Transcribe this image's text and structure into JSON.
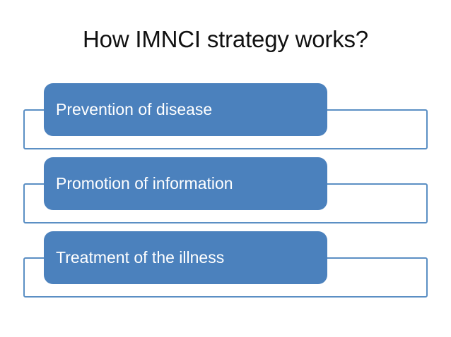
{
  "slide": {
    "title": "How IMNCI strategy works?",
    "background_color": "#ffffff",
    "title_color": "#111111"
  },
  "theme": {
    "chip_fill": "#4b81bd",
    "chip_text_color": "#ffffff",
    "frame_stroke": "#5b8fc4"
  },
  "process": {
    "items": [
      {
        "label": "Prevention of disease"
      },
      {
        "label": "Promotion of information"
      },
      {
        "label": "Treatment of the illness"
      }
    ]
  }
}
